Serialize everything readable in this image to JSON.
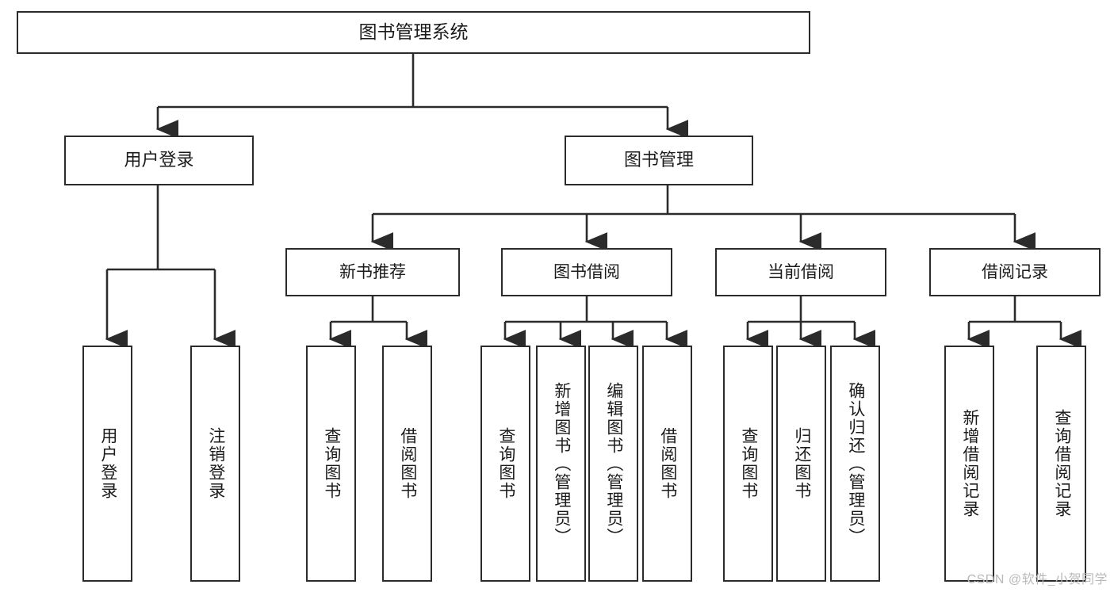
{
  "diagram": {
    "type": "tree-hierarchy-chart",
    "title": "图书管理系统",
    "colors": {
      "box_border": "#2b2b2b",
      "box_fill": "#ffffff",
      "line": "#2b2b2b",
      "text": "#1b1b1b",
      "watermark": "#b9b9b9",
      "background": "#ffffff"
    },
    "root": {
      "label": "图书管理系统"
    },
    "level1": [
      {
        "label": "用户登录"
      },
      {
        "label": "图书管理"
      }
    ],
    "level2": [
      {
        "label": "新书推荐"
      },
      {
        "label": "图书借阅"
      },
      {
        "label": "当前借阅"
      },
      {
        "label": "借阅记录"
      }
    ],
    "leaves": {
      "user_login": [
        {
          "label": "用户登录"
        },
        {
          "label": "注销登录"
        }
      ],
      "new_book_recommend": [
        {
          "label": "查询图书"
        },
        {
          "label": "借阅图书"
        }
      ],
      "book_borrow": [
        {
          "label": "查询图书"
        },
        {
          "label": "新增图书（管理员）"
        },
        {
          "label": "编辑图书（管理员）"
        },
        {
          "label": "借阅图书"
        }
      ],
      "current_borrow": [
        {
          "label": "查询图书"
        },
        {
          "label": "归还图书"
        },
        {
          "label": "确认归还（管理员）"
        }
      ],
      "borrow_records": [
        {
          "label": "新增借阅记录"
        },
        {
          "label": "查询借阅记录"
        }
      ]
    },
    "watermark": "CSDN @软件_小贺同学"
  }
}
